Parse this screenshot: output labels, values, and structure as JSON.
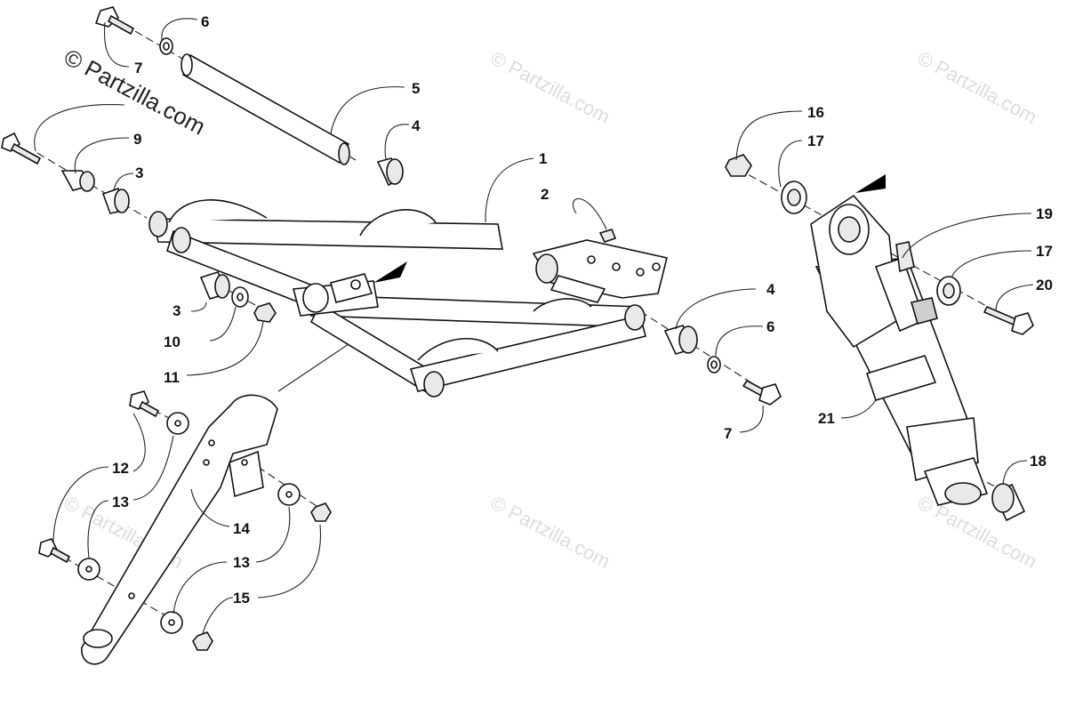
{
  "diagram": {
    "watermark": "© Partzilla.com",
    "callouts": {
      "c1": "1",
      "c2": "2",
      "c3a": "3",
      "c3b": "3",
      "c4a": "4",
      "c4b": "4",
      "c5": "5",
      "c6a": "6",
      "c6b": "6",
      "c7a": "7",
      "c7b": "7",
      "c9": "9",
      "c10": "10",
      "c11": "11",
      "c12": "12",
      "c13a": "13",
      "c13b": "13",
      "c14": "14",
      "c15": "15",
      "c16": "16",
      "c17a": "17",
      "c17b": "17",
      "c18": "18",
      "c19": "19",
      "c20": "20",
      "c21": "21"
    },
    "colors": {
      "line": "#111111",
      "watermark": "#dcdcdc",
      "background": "#ffffff"
    }
  }
}
